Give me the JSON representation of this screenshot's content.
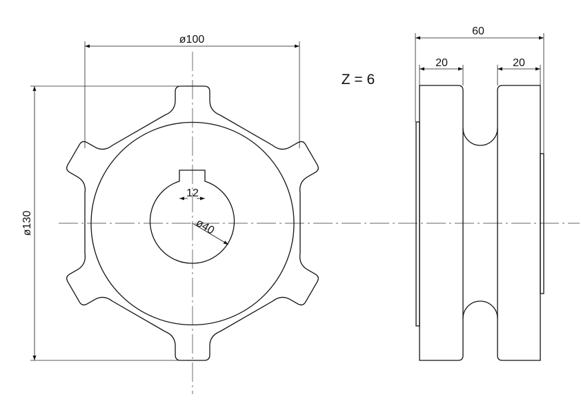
{
  "title": "Sprocket drawing",
  "annotations": {
    "teeth_count": "Z = 6",
    "front_width_dim": "ø100",
    "front_height_dim": "ø130",
    "bore_dim": "ø40",
    "keyway_dim": "12",
    "side_total_width_dim": "60",
    "side_left_disc_dim": "20",
    "side_right_disc_dim": "20"
  }
}
